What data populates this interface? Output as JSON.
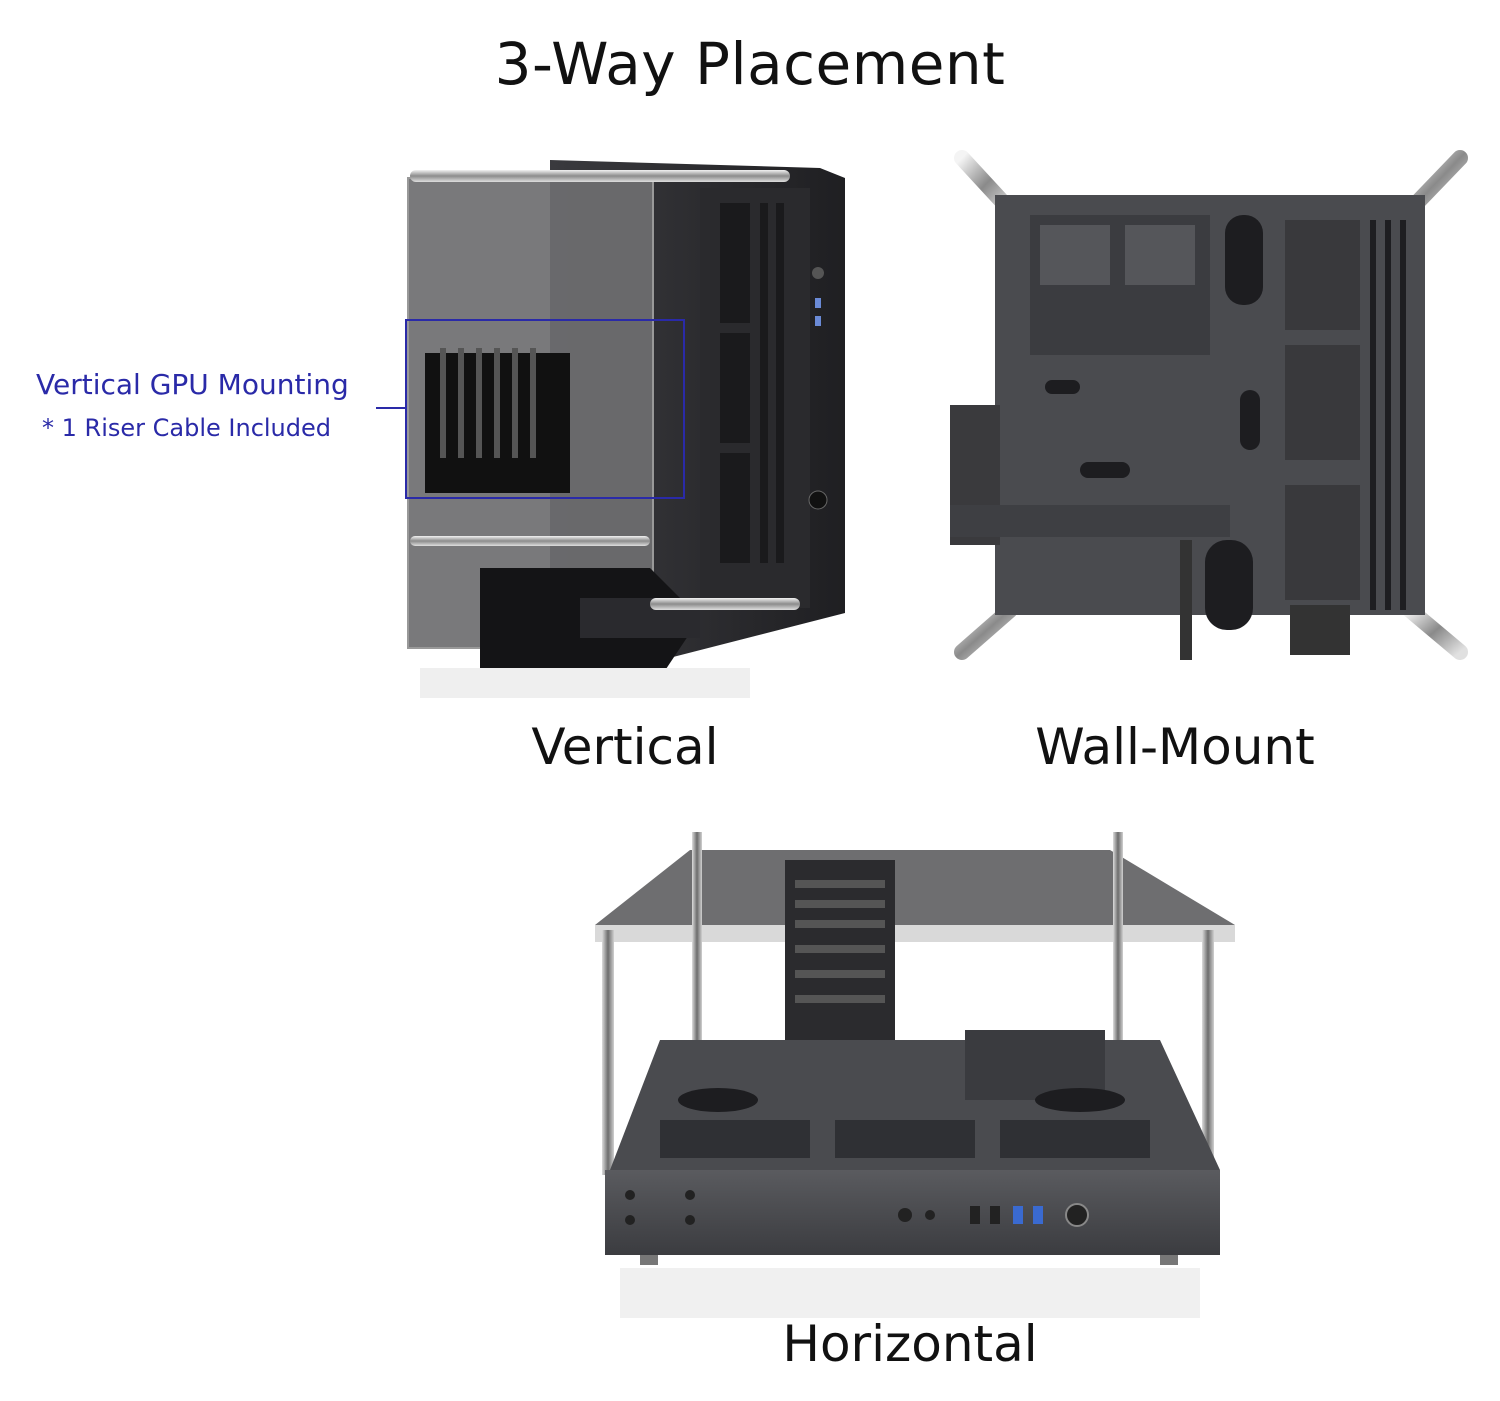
{
  "title": "3-Way Placement",
  "captions": {
    "vertical": "Vertical",
    "wall_mount": "Wall-Mount",
    "horizontal": "Horizontal"
  },
  "callout": {
    "main": "Vertical GPU Mounting",
    "sub": "* 1 Riser Cable Included"
  },
  "colors": {
    "callout": "#2a2aa8",
    "case_dark": "#2b2b2e",
    "case_gray": "#4a4b4f",
    "glass": "#6e6e70"
  }
}
